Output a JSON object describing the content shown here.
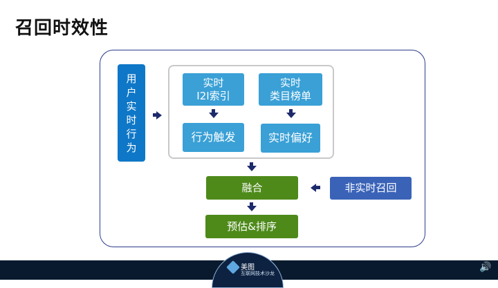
{
  "title": "召回时效性",
  "nodes": {
    "user_behavior": "用户实时行为",
    "realtime_i2i": "实时\nI2I索引",
    "realtime_ranking": "实时\n类目榜单",
    "behavior_trigger": "行为触发",
    "realtime_preference": "实时偏好",
    "fusion": "融合",
    "non_realtime_recall": "非实时召回",
    "predict_rank": "预估&排序"
  },
  "logo": {
    "name": "美图",
    "subtitle": "互联网技术沙龙"
  },
  "icons": {
    "speaker": "speaker-icon"
  },
  "colors": {
    "user_box": "#0e77c7",
    "inner_boxes": "#3aa0d6",
    "fusion_boxes": "#4e8a1a",
    "non_realtime_box": "#3a63b8",
    "arrow": "#1d2a6b"
  }
}
